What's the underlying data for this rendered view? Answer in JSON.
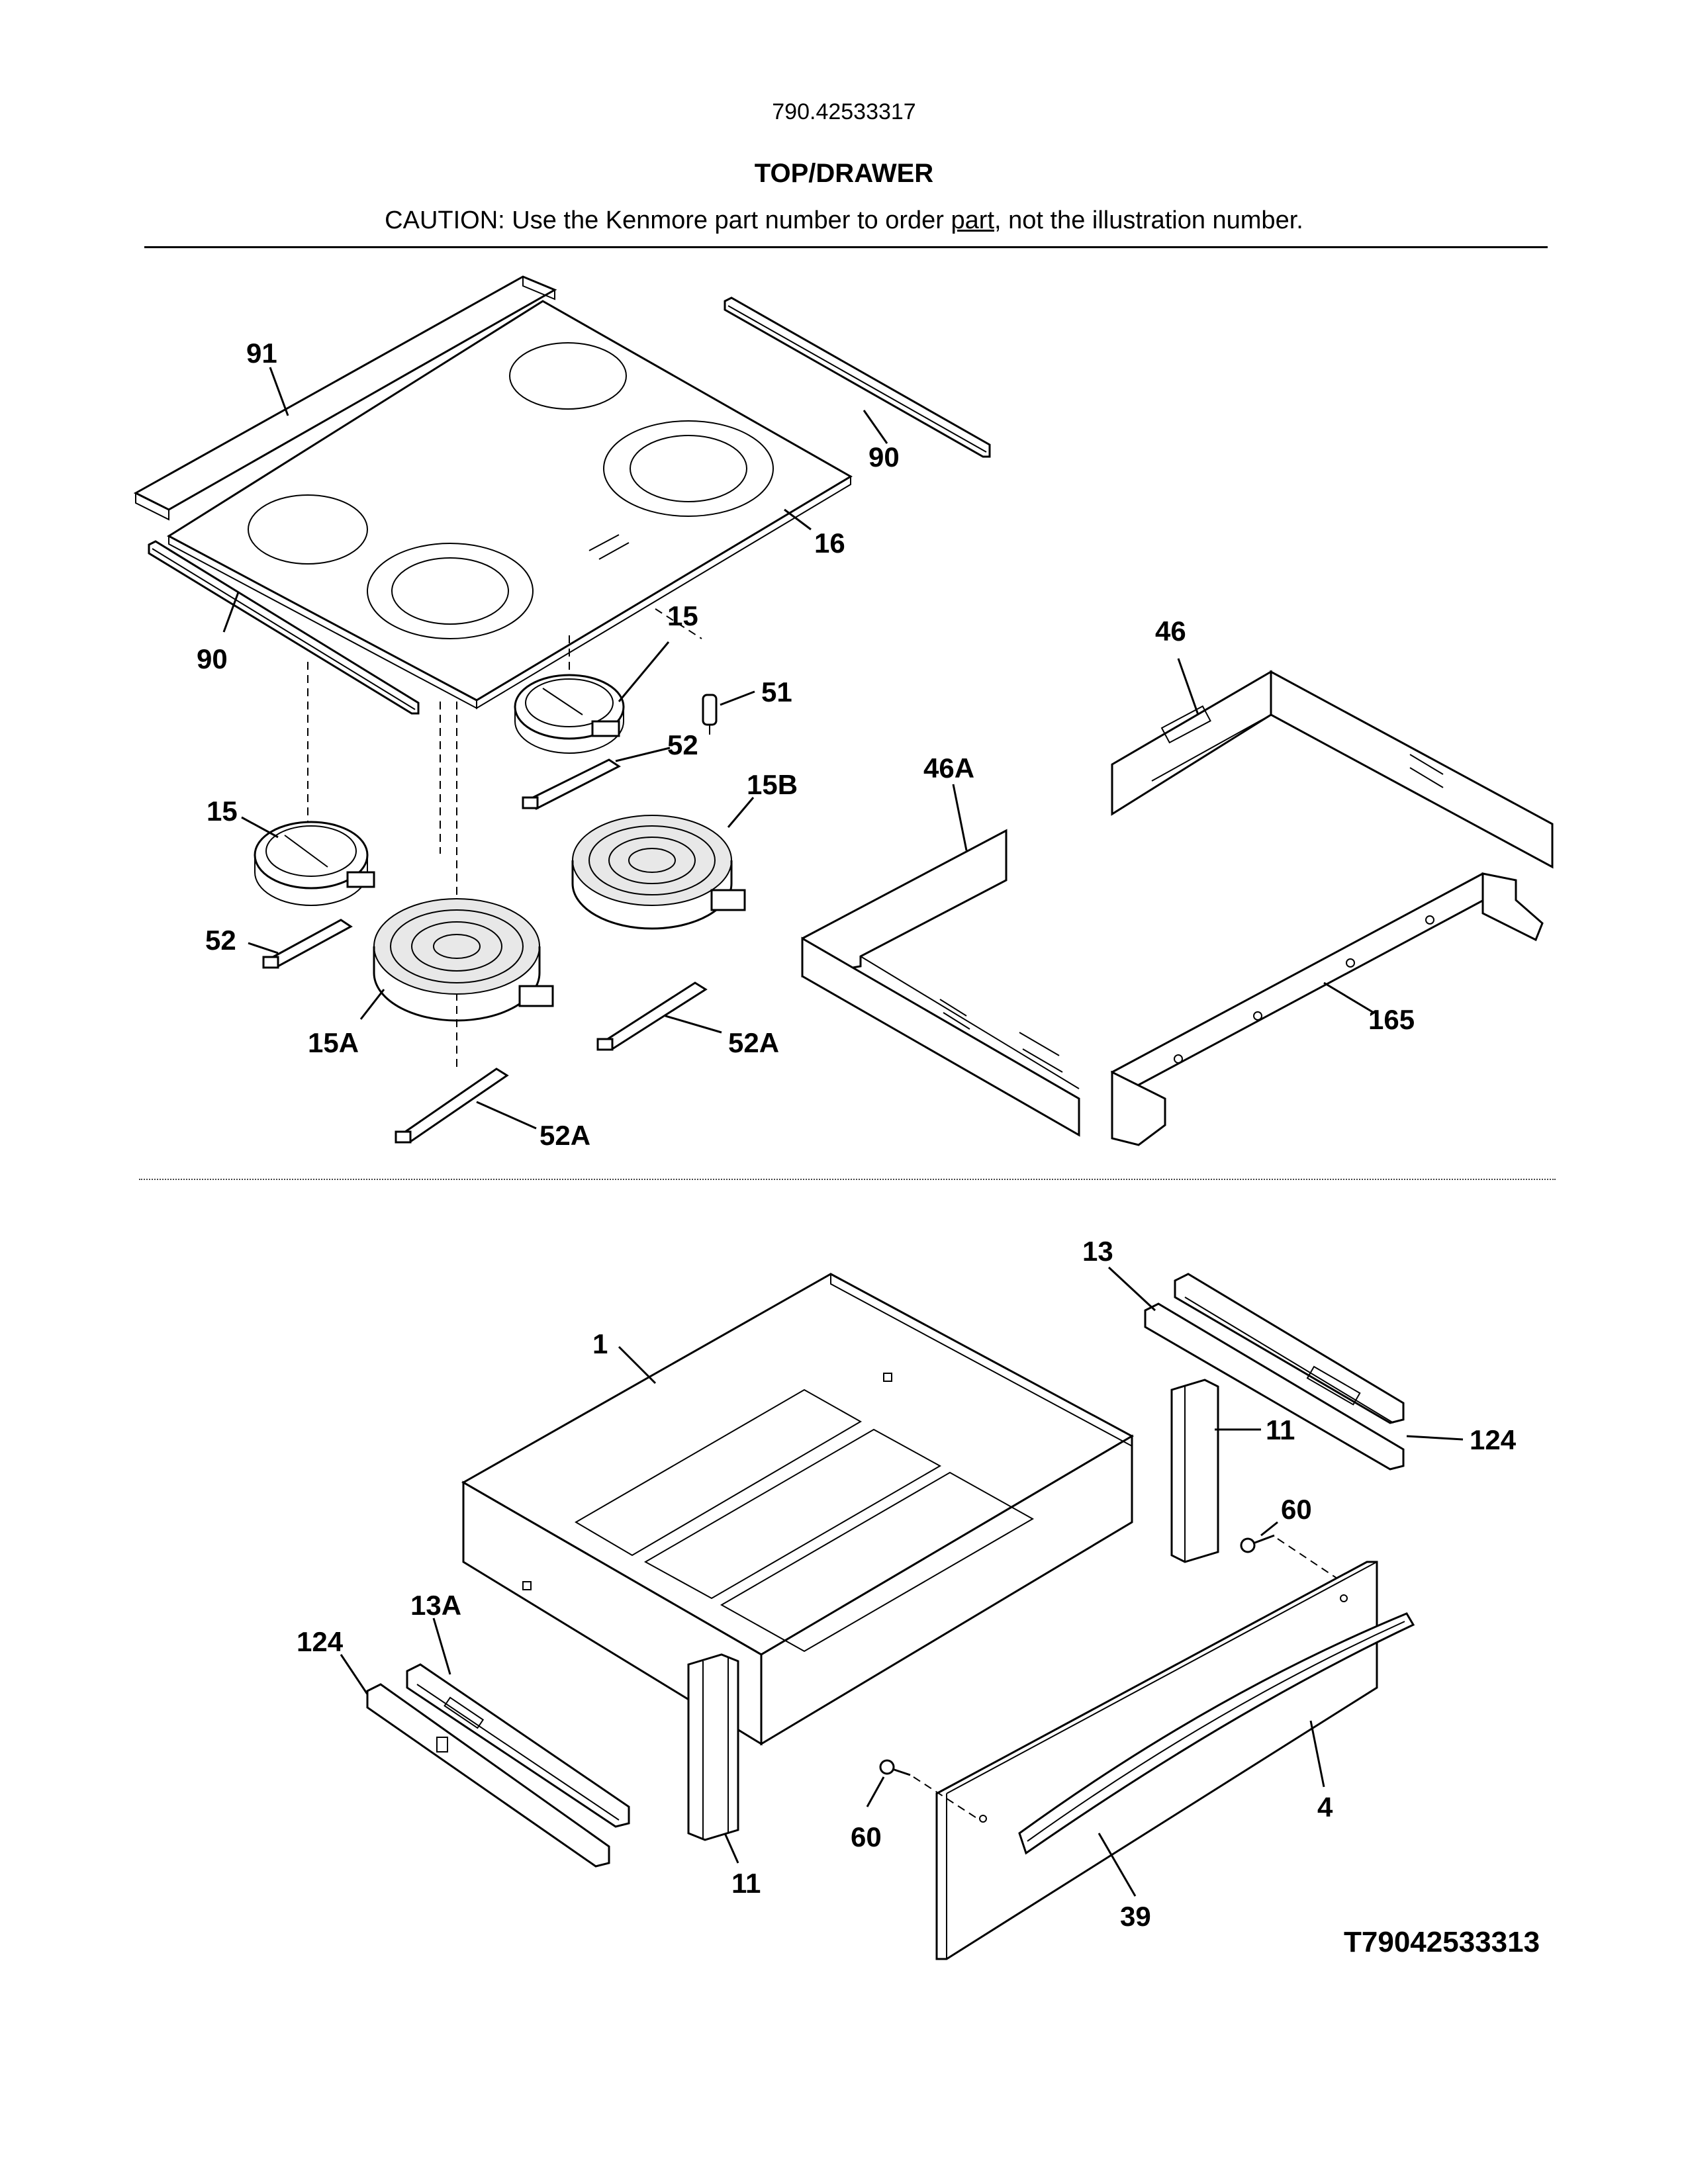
{
  "header": {
    "model_number": "790.42533317",
    "section_title": "TOP/DRAWER",
    "caution_prefix": "CAUTION: Use the Kenmore part number to order ",
    "caution_underlined": "part",
    "caution_suffix": ", not the illustration number."
  },
  "callouts": {
    "c91": "91",
    "c90_right": "90",
    "c16": "16",
    "c90_left": "90",
    "c15_top": "15",
    "c51": "51",
    "c52_top": "52",
    "c15_left": "15",
    "c15B": "15B",
    "c52_left": "52",
    "c15A": "15A",
    "c52A_right": "52A",
    "c52A_bottom": "52A",
    "c46": "46",
    "c46A": "46A",
    "c165": "165",
    "c13": "13",
    "c1": "1",
    "c11_right": "11",
    "c124_right": "124",
    "c60_right": "60",
    "c13A": "13A",
    "c124_left": "124",
    "c11_bottom": "11",
    "c4": "4",
    "c60_left": "60",
    "c39": "39"
  },
  "footer": {
    "illustration_ref": "T79042533313"
  }
}
